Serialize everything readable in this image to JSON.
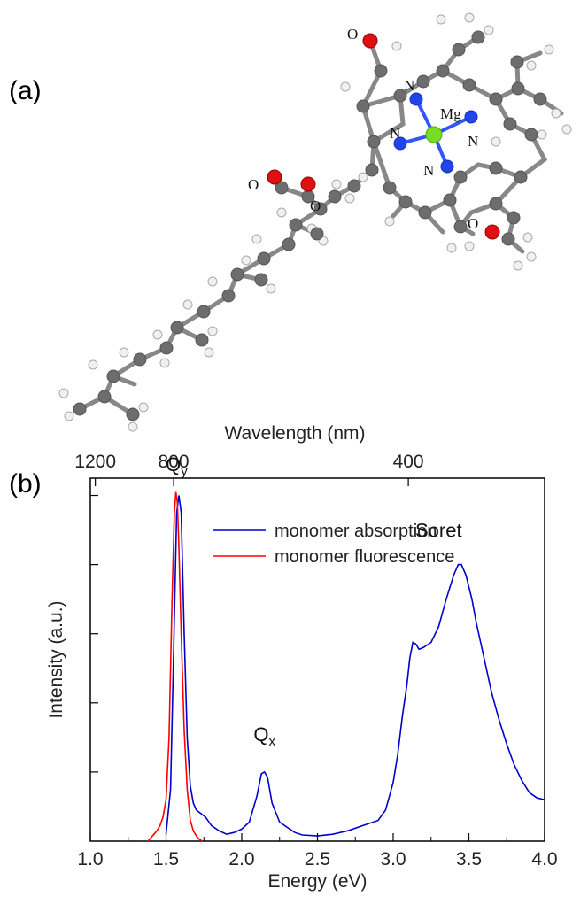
{
  "panel_a": {
    "label": "(a)",
    "atom_labels": [
      "O",
      "N",
      "Mg",
      "N",
      "N",
      "N",
      "O",
      "O",
      "O"
    ]
  },
  "chart_data": {
    "type": "line",
    "panel_label": "(b)",
    "xlabel": "Energy (eV)",
    "ylabel": "Intensity (a.u.)",
    "top_axis_label": "Wavelength (nm)",
    "xlim": [
      1.0,
      4.0
    ],
    "ylim": [
      0,
      1.05
    ],
    "x_ticks": [
      "1.0",
      "1.5",
      "2.0",
      "2.5",
      "3.0",
      "3.5",
      "4.0"
    ],
    "top_ticks": [
      {
        "label": "1200",
        "energy_ev": 1.033
      },
      {
        "label": "800",
        "energy_ev": 1.55
      },
      {
        "label": "400",
        "energy_ev": 3.1
      }
    ],
    "y_ticks": [
      0.2,
      0.4,
      0.6,
      0.8,
      1.0
    ],
    "grid": false,
    "legend_position": "top-right",
    "series": [
      {
        "name": "monomer absorption",
        "color": "#0000cc",
        "x": [
          1.5,
          1.53,
          1.55,
          1.57,
          1.585,
          1.6,
          1.62,
          1.64,
          1.66,
          1.68,
          1.7,
          1.73,
          1.76,
          1.8,
          1.85,
          1.9,
          1.95,
          2.0,
          2.05,
          2.1,
          2.13,
          2.15,
          2.17,
          2.2,
          2.25,
          2.3,
          2.35,
          2.4,
          2.5,
          2.6,
          2.7,
          2.8,
          2.9,
          2.95,
          3.0,
          3.03,
          3.06,
          3.09,
          3.11,
          3.13,
          3.15,
          3.17,
          3.2,
          3.25,
          3.3,
          3.35,
          3.4,
          3.43,
          3.45,
          3.48,
          3.52,
          3.55,
          3.6,
          3.65,
          3.7,
          3.75,
          3.8,
          3.85,
          3.9,
          3.95,
          4.0
        ],
        "y": [
          0.02,
          0.15,
          0.55,
          0.95,
          1.0,
          0.95,
          0.6,
          0.3,
          0.16,
          0.11,
          0.09,
          0.08,
          0.07,
          0.045,
          0.03,
          0.02,
          0.025,
          0.035,
          0.055,
          0.13,
          0.195,
          0.2,
          0.185,
          0.11,
          0.055,
          0.04,
          0.025,
          0.018,
          0.015,
          0.02,
          0.03,
          0.045,
          0.06,
          0.09,
          0.17,
          0.25,
          0.36,
          0.45,
          0.53,
          0.575,
          0.57,
          0.555,
          0.56,
          0.575,
          0.62,
          0.7,
          0.77,
          0.8,
          0.8,
          0.77,
          0.7,
          0.63,
          0.53,
          0.43,
          0.35,
          0.28,
          0.22,
          0.175,
          0.14,
          0.125,
          0.12
        ]
      },
      {
        "name": "monomer fluorescence",
        "color": "#ff0000",
        "x": [
          1.38,
          1.4,
          1.42,
          1.44,
          1.46,
          1.48,
          1.5,
          1.52,
          1.54,
          1.555,
          1.565,
          1.575,
          1.585,
          1.6,
          1.62,
          1.64,
          1.66,
          1.68,
          1.7,
          1.72,
          1.74
        ],
        "y": [
          0.0,
          0.01,
          0.02,
          0.03,
          0.045,
          0.07,
          0.12,
          0.3,
          0.7,
          0.95,
          1.01,
          0.98,
          0.85,
          0.6,
          0.32,
          0.15,
          0.06,
          0.03,
          0.015,
          0.005,
          0.0
        ]
      }
    ],
    "annotations": [
      {
        "text": "Q",
        "sub": "y",
        "x": 1.57,
        "y": 1.07
      },
      {
        "text": "Q",
        "sub": "x",
        "x": 2.15,
        "y": 0.29
      },
      {
        "text": "Soret",
        "x": 3.3,
        "y": 0.88
      }
    ]
  }
}
